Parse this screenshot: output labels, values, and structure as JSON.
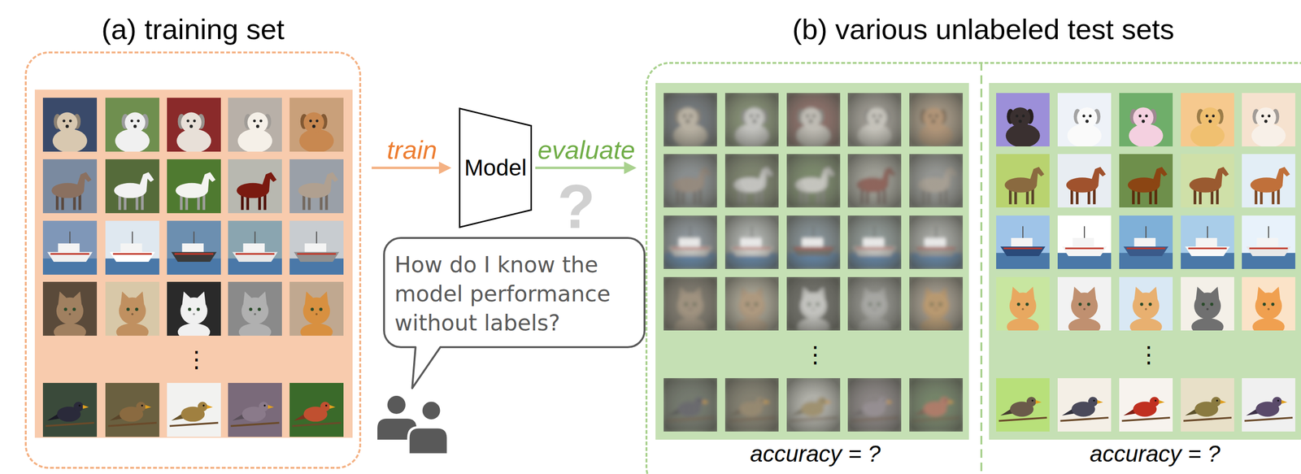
{
  "diagram": {
    "nodes": [
      {
        "text": [
          "(a) training set"
        ]
      },
      {
        "text": [
          "Model"
        ]
      },
      {
        "text": [
          "How do I know the model performance without labels?"
        ]
      },
      {
        "text": [
          "(b) various unlabeled test sets"
        ]
      },
      {
        "text": [
          "accuracy = ?"
        ],
        "in": 3
      },
      {
        "text": [
          "accuracy = ?"
        ],
        "in": 3
      }
    ],
    "edges": [
      {
        "from": 0,
        "to": 1,
        "label": "train",
        "arrow": "to"
      },
      {
        "from": 1,
        "to": 3,
        "label": "evaluate",
        "arrow": "to"
      }
    ],
    "labels": [
      "?",
      "⋮",
      "⋮",
      "⋮"
    ]
  }
}
